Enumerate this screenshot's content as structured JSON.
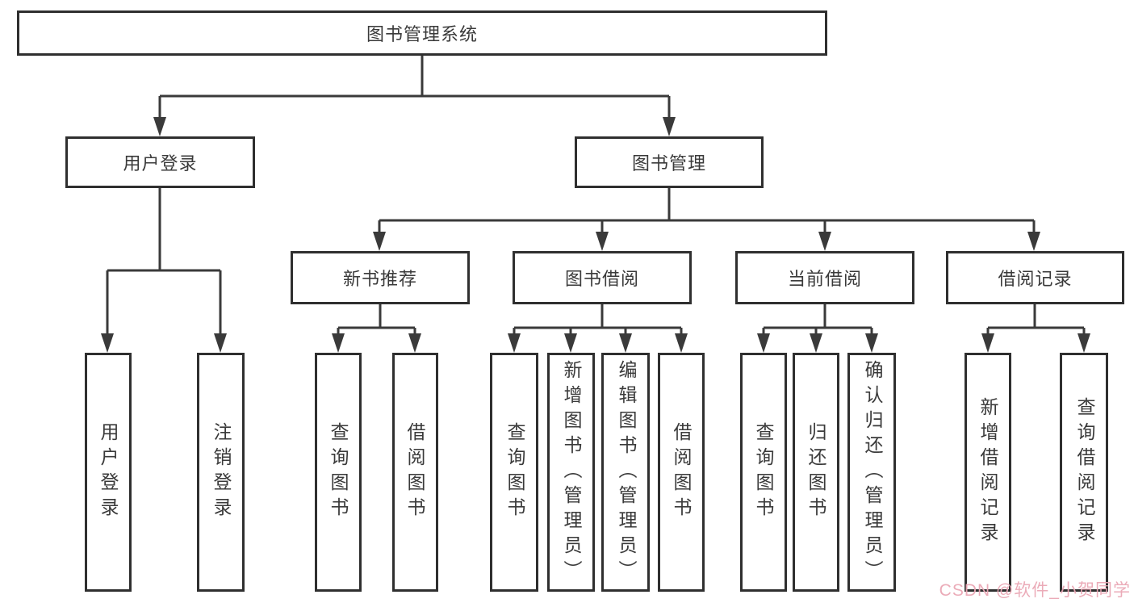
{
  "diagram": {
    "title": "图书管理系统",
    "branches": {
      "user_login": {
        "label": "用户登录",
        "children": [
          "用户登录",
          "注销登录"
        ]
      },
      "book_management": {
        "label": "图书管理",
        "sections": {
          "new_book_recommend": {
            "label": "新书推荐",
            "children": [
              "查询图书",
              "借阅图书"
            ]
          },
          "book_borrow": {
            "label": "图书借阅",
            "children": [
              "查询图书",
              "新增图书（管理员）",
              "编辑图书（管理员）",
              "借阅图书"
            ]
          },
          "current_borrow": {
            "label": "当前借阅",
            "children": [
              "查询图书",
              "归还图书",
              "确认归还（管理员）"
            ]
          },
          "borrow_records": {
            "label": "借阅记录",
            "children": [
              "新增借阅记录",
              "查询借阅记录"
            ]
          }
        }
      }
    }
  },
  "watermark": {
    "text": "CSDN @软件_小贺同学"
  },
  "colors": {
    "line": "#3a3a3a",
    "box_border": "#2f2f2f",
    "text": "#3a3a3a",
    "watermark": "#eaa6b4",
    "background": "#ffffff"
  }
}
